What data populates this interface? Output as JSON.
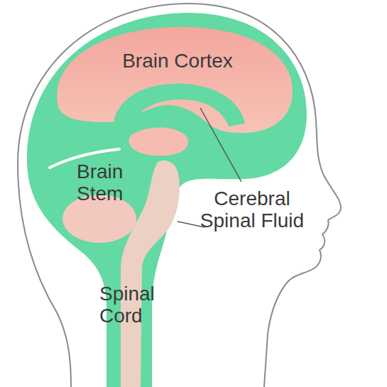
{
  "diagram": {
    "labels": [
      "Brain Cortex",
      "Brain Stem",
      "Cerebral Spinal Fluid",
      "Spinal Cord"
    ]
  }
}
